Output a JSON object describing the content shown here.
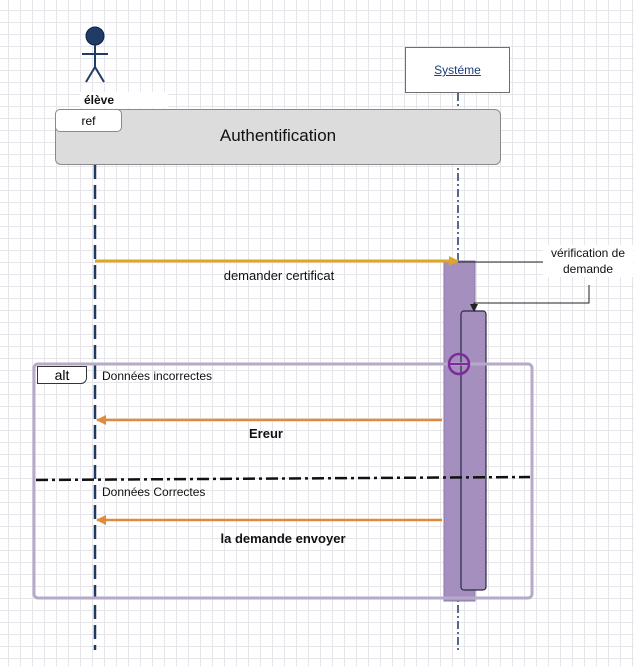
{
  "actor": {
    "name": "élève",
    "icon": "stick-figure-actor-icon"
  },
  "ref": {
    "tag": "ref",
    "title": "Authentification"
  },
  "system": {
    "name": "Systéme"
  },
  "note": {
    "text": "vérification de demande"
  },
  "messages": {
    "request": "demander certificat",
    "error": "Ereur",
    "response": "la demande envoyer"
  },
  "alt": {
    "tag": "alt",
    "condition_1": "Données incorrectes",
    "condition_2": "Données Correctes"
  },
  "colors": {
    "lifeline": "#1f3864",
    "actor_head": "#1f3b66",
    "request_arrow": "#e0a526",
    "reply_arrow": "#e08a3c",
    "activation": "#a48fbe",
    "alt_frame": "#b6aacb"
  }
}
